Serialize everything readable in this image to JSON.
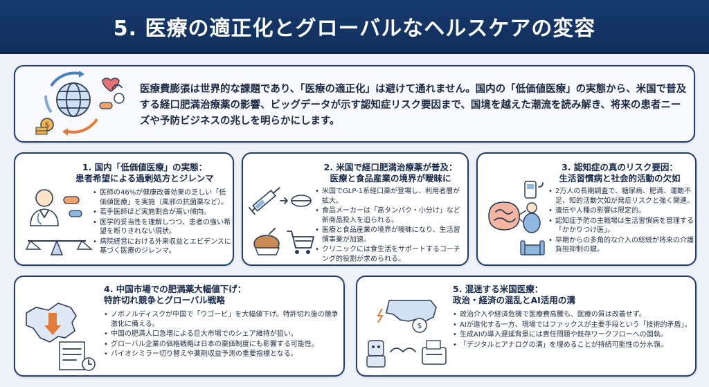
{
  "header": {
    "title": "5. 医療の適正化とグローバルなヘルスケアの変容"
  },
  "intro": {
    "text": "医療費膨張は世界的な課題であり、「医療の適正化」は避けて通れません。国内の「低価値医療」の実態から、米国で普及する経口肥満治療薬の影響、ビッグデータが示す認知症リスク要因まで、国境を越えた潮流を読み解き、将来の患者ニーズや予防ビジネスの兆しを明らかにします。",
    "illustration_icon": "globe-health-cycle-icon"
  },
  "cards": [
    {
      "title_line1": "1. 国内「低価値医療」の実態：",
      "title_line2": "患者希望による過剰処方とジレンマ",
      "icon": "doctor-scale-pills-icon",
      "bullets": [
        "医師の46%が健康改善効果の乏しい「低価値医療」を実施（風邪の抗菌薬など）。",
        "若手医師ほど実施割合が高い傾向。",
        "医学的妥当性を理解しつつ、患者の強い希望を断りきれない現状。",
        "病院経営における外来収益とエビデンスに基づく医療のジレンマ。"
      ]
    },
    {
      "title_line1": "2. 米国で経口肥満治療薬が普及：",
      "title_line2": "医療と食品産業の境界が曖昧に",
      "icon": "syringe-pill-food-icon",
      "bullets": [
        "米国でGLP-1系経口薬が登場し、利用者層が拡大。",
        "食品メーカーは「高タンパク・小分け」など新商品投入を迫られる。",
        "医療と食品産業の境界が曖昧になり、生活習慣事業が加速。",
        "クリニックには食生活をサポートするコーチング的役割が求められる。"
      ]
    },
    {
      "title_line1": "3. 認知症の真のリスク要因：",
      "title_line2": "生活習慣病と社会的活動の欠如",
      "icon": "brain-risk-factors-icon",
      "bullets": [
        "2万人の長期調査で、糖尿病、肥満、運動不足、知的活動欠如が発症リスクと強く関連。",
        "遺伝や人種の影響は限定的。",
        "認知症予防の主戦場は生活習慣病を管理する「かかりつけ医」。",
        "早期からの多角的な介入の総続が将来の介護負担抑制の鍵。"
      ]
    },
    {
      "title_line1": "4. 中国市場での肥満薬大幅値下げ：",
      "title_line2": "特許切れ競争とグローバル戦略",
      "icon": "china-map-patent-icon",
      "bullets": [
        "ノボノルディスクが中国で「ウゴービ」を大幅値下げ。特許切れ後の競争激化に備える。",
        "中国の肥満人口急増による巨大市場でのシェア維持が狙い。",
        "グローバル企業の価格戦略は日本の薬価制度にも影響する可能性。",
        "バイオシミラー切り替えや薬剤収益予測の重要指標となる。"
      ]
    },
    {
      "title_line1": "5. 混迷する米国医療：",
      "title_line2": "政治・経済の混乱とAI活用の溝",
      "icon": "us-map-ai-fax-icon",
      "bullets": [
        "政治介入や経済危機で医療費高騰も、医療の質は改善せず。",
        "AIが進化する一方、現場ではファックスが主要手段という「技術的矛盾」。",
        "生成AIの導入遅延背景には責任問題や既存ワークフローへの固執。",
        "「デジタルとアナログの溝」を埋めることが持続可能性の分水嶺。"
      ]
    }
  ],
  "colors": {
    "header_bg": "#173a6e",
    "card_border": "#1f3d6b",
    "accent_blue": "#4a7fc1",
    "accent_orange": "#e07b39",
    "page_bg": "#eef3f9"
  }
}
